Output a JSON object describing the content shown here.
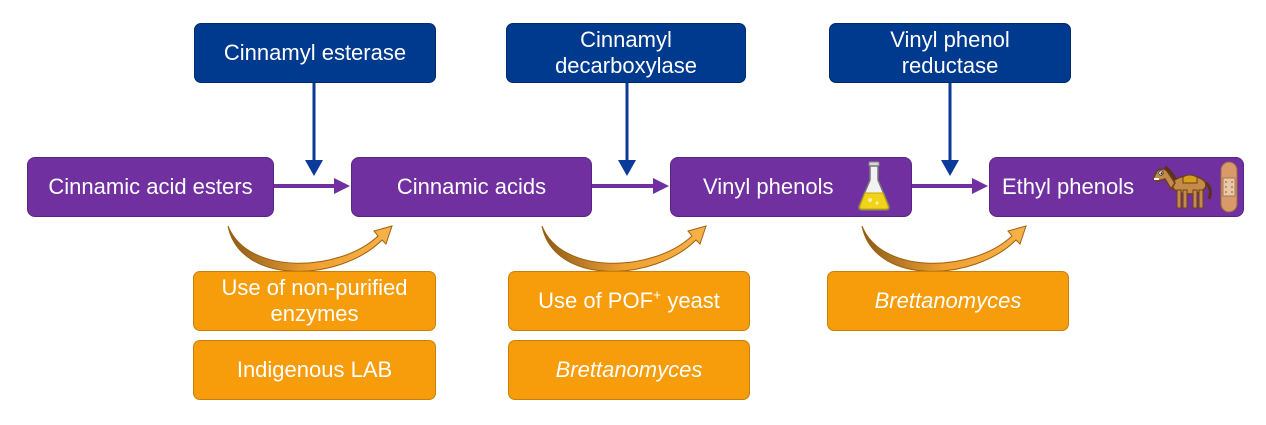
{
  "enzymes": {
    "cinnamyl_esterase": "Cinnamyl esterase",
    "cinnamyl_decarboxylase": "Cinnamyl decarboxylase",
    "vinyl_phenol_reductase": "Vinyl phenol reductase"
  },
  "compounds": {
    "cinnamic_acid_esters": "Cinnamic acid esters",
    "cinnamic_acids": "Cinnamic acids",
    "vinyl_phenols": "Vinyl phenols",
    "ethyl_phenols": "Ethyl phenols"
  },
  "conditions": {
    "non_purified_enzymes": "Use of non-purified enzymes",
    "indigenous_lab": "Indigenous LAB",
    "pof_yeast_prefix": "Use of POF",
    "pof_yeast_sup": "+",
    "pof_yeast_suffix": " yeast",
    "brettanomyces_1": "Brettanomyces",
    "brettanomyces_2": "Brettanomyces"
  },
  "icons": {
    "flask": "flask-icon",
    "horse": "horse-icon",
    "bandage": "bandage-icon"
  },
  "colors": {
    "enzyme_box": "#003a8f",
    "compound_box": "#7030a0",
    "condition_box": "#f79c0a",
    "arrow_blue": "#0b3a9a",
    "arrow_purple": "#7030a0"
  }
}
